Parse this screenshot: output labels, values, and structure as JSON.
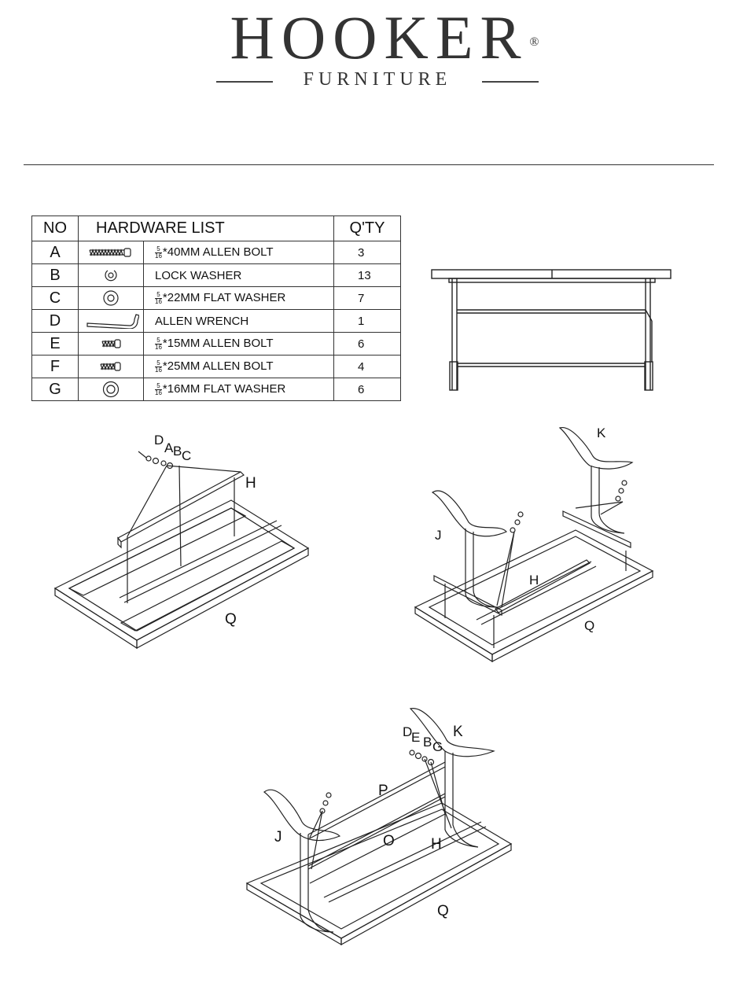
{
  "brand": {
    "name": "HOOKER",
    "registered": "®",
    "sub": "FURNITURE"
  },
  "hardware": {
    "headers": {
      "no": "NO",
      "list": "HARDWARE LIST",
      "qty": "Q'TY"
    },
    "rows": [
      {
        "no": "A",
        "icon": "long-bolt-icon",
        "frac_num": "5",
        "frac_den": "16",
        "desc": "*40MM ALLEN BOLT",
        "qty": "3"
      },
      {
        "no": "B",
        "icon": "lock-washer-icon",
        "frac_num": "",
        "frac_den": "",
        "desc": "LOCK WASHER",
        "qty": "13"
      },
      {
        "no": "C",
        "icon": "flat-washer-icon",
        "frac_num": "5",
        "frac_den": "16",
        "desc": "*22MM FLAT WASHER",
        "qty": "7"
      },
      {
        "no": "D",
        "icon": "allen-wrench-icon",
        "frac_num": "",
        "frac_den": "",
        "desc": "ALLEN WRENCH",
        "qty": "1"
      },
      {
        "no": "E",
        "icon": "short-bolt-icon",
        "frac_num": "5",
        "frac_den": "16",
        "desc": "*15MM ALLEN BOLT",
        "qty": "6"
      },
      {
        "no": "F",
        "icon": "medium-bolt-icon",
        "frac_num": "5",
        "frac_den": "16",
        "desc": "*25MM ALLEN BOLT",
        "qty": "4"
      },
      {
        "no": "G",
        "icon": "flat-washer-small-icon",
        "frac_num": "5",
        "frac_den": "16",
        "desc": "*16MM FLAT WASHER",
        "qty": "6"
      }
    ]
  },
  "step1": {
    "labels": {
      "d": "D",
      "a": "A",
      "b": "B",
      "c": "C",
      "h": "H",
      "q": "Q"
    }
  },
  "step2": {
    "labels": {
      "k": "K",
      "j": "J",
      "h": "H",
      "q": "Q"
    }
  },
  "step3": {
    "labels": {
      "d": "D",
      "e": "E",
      "b": "B",
      "g": "G",
      "k": "K",
      "p": "P",
      "j": "J",
      "o": "O",
      "h": "H",
      "q": "Q"
    }
  }
}
